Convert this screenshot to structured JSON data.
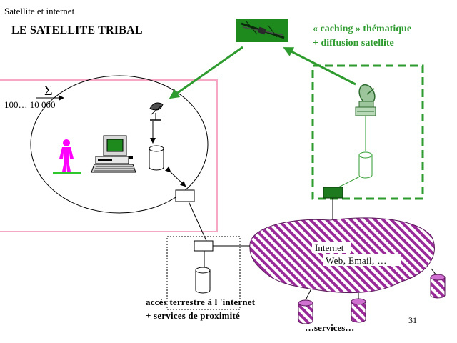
{
  "header": {
    "subtitle": "Satellite et internet",
    "title": "LE SATELLITE TRIBAL"
  },
  "caption": {
    "line1": "« caching » thématique",
    "line2": "+  diffusion satellite"
  },
  "tribe": {
    "sigma": "Σ",
    "range": "100… 10 000"
  },
  "internet": {
    "line1": "Internet",
    "line2": "Web, Email, …"
  },
  "access": {
    "line1": "accès terrestre à l 'internet",
    "line2": "+ services de proximité"
  },
  "services_label": "…services…",
  "page_number": "31",
  "colors": {
    "green": "#2e9b2e",
    "pink": "#f4a8c4",
    "magenta": "#ff00ff",
    "purple": "#9a2a9a",
    "dark_green": "#1e7a1e"
  },
  "icons": [
    "satellite-icon",
    "dish-antenna-icon",
    "computer-icon",
    "person-icon",
    "database-icon",
    "router-icon"
  ]
}
